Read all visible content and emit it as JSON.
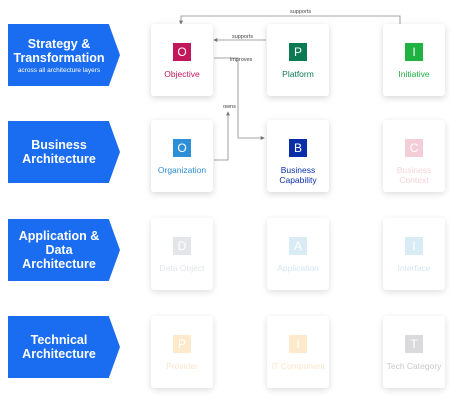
{
  "rows": [
    {
      "title": "Strategy & Transformation",
      "subtitle": "across all architecture layers"
    },
    {
      "title": "Business Architecture",
      "subtitle": ""
    },
    {
      "title": "Application & Data Architecture",
      "subtitle": ""
    },
    {
      "title": "Technical Architecture",
      "subtitle": ""
    }
  ],
  "cards": {
    "objective": {
      "letter": "O",
      "name": "Objective",
      "color": "#c2185b"
    },
    "platform": {
      "letter": "P",
      "name": "Platform",
      "color": "#0a7a52"
    },
    "initiative": {
      "letter": "I",
      "name": "Initiative",
      "color": "#1fb141"
    },
    "organization": {
      "letter": "O",
      "name": "Organization",
      "color": "#2d8fd5"
    },
    "business_capability": {
      "letter": "B",
      "name": "Business Capability",
      "color": "#0a2ea8"
    },
    "business_context": {
      "letter": "C",
      "name": "Business Context",
      "color": "#f3c6cf",
      "text_color": "#f5cdd5"
    },
    "data_object": {
      "letter": "D",
      "name": "Data Object",
      "color": "#dfe1e6",
      "text_color": "#dfe1e6"
    },
    "application": {
      "letter": "A",
      "name": "Application",
      "color": "#d3e8f4",
      "text_color": "#cfe3f0"
    },
    "interface": {
      "letter": "I",
      "name": "Interface",
      "color": "#d3e8f4",
      "text_color": "#cfe3f0"
    },
    "provider": {
      "letter": "P",
      "name": "Provider",
      "color": "#fde7c4",
      "text_color": "#fbe3c0"
    },
    "it_component": {
      "letter": "I",
      "name": "IT Component",
      "color": "#fde7c4",
      "text_color": "#fbe3c0"
    },
    "tech_category": {
      "letter": "T",
      "name": "Tech Category",
      "color": "#d4d4d8",
      "text_color": "#bfc0c4"
    }
  },
  "relations": {
    "top": "supports",
    "mid": "supports",
    "improves": "improves",
    "owns": "owns"
  }
}
